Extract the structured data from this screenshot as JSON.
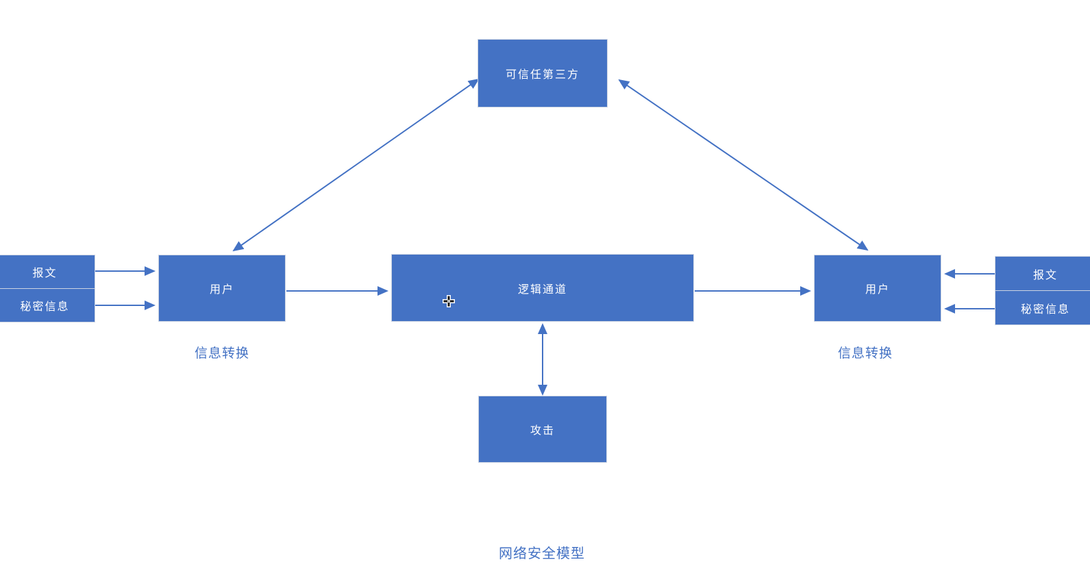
{
  "diagram": {
    "title": "网络安全模型",
    "nodes": {
      "trusted_third_party": {
        "label": "可信任第三方"
      },
      "left_message": {
        "label": "报文"
      },
      "left_secret": {
        "label": "秘密信息"
      },
      "left_user": {
        "label": "用户"
      },
      "logical_channel": {
        "label": "逻辑通道"
      },
      "right_user": {
        "label": "用户"
      },
      "right_message": {
        "label": "报文"
      },
      "right_secret": {
        "label": "秘密信息"
      },
      "attacker": {
        "label": "攻击"
      }
    },
    "labels": {
      "left_transform": "信息转换",
      "right_transform": "信息转换"
    },
    "icons": {
      "cursor": "move-cursor-icon"
    },
    "colors": {
      "node_fill": "#4472C4",
      "node_border": "#CCD4E2",
      "node_text": "#FFFFFF",
      "arrow": "#4472C4",
      "label_text": "#4472C4",
      "background": "#FFFFFF"
    }
  }
}
